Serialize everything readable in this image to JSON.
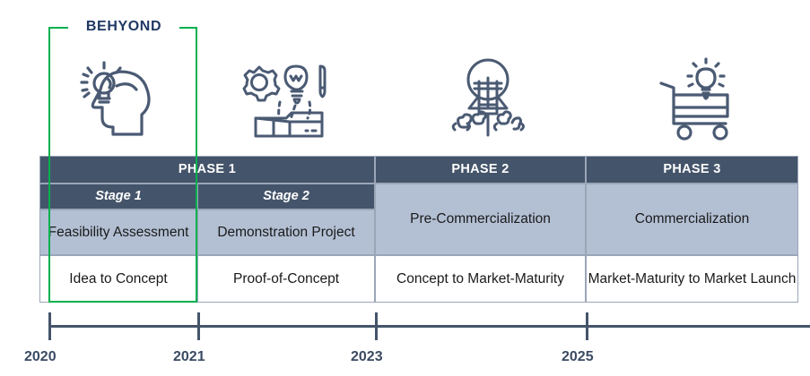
{
  "colors": {
    "header_navy": "#44546a",
    "name_row_blue": "#b3c0d4",
    "highlight_green": "#00b04f",
    "label_navy": "#203864",
    "axis_navy": "#44546a",
    "background": "#ffffff"
  },
  "highlight": {
    "label": "BEHYOND"
  },
  "icons": [
    {
      "name": "head-with-lightbulb-icon",
      "meaning": "idea / ideation"
    },
    {
      "name": "box-with-gear-bulb-pencil-icon",
      "meaning": "prototype / demonstration"
    },
    {
      "name": "lightbulb-rocket-launch-icon",
      "meaning": "pre-commercialization launch"
    },
    {
      "name": "shopping-cart-with-lightbulb-icon",
      "meaning": "commercialization / market"
    }
  ],
  "table": {
    "phases": [
      {
        "label": "PHASE 1"
      },
      {
        "label": "PHASE 2"
      },
      {
        "label": "PHASE 3"
      }
    ],
    "stages": [
      {
        "label": "Stage 1"
      },
      {
        "label": "Stage 2"
      }
    ],
    "names": [
      {
        "label": "Feasibility Assessment"
      },
      {
        "label": "Demonstration Project"
      },
      {
        "label": "Pre-Commercialization"
      },
      {
        "label": "Commercialization"
      }
    ],
    "descriptions": [
      {
        "label": "Idea to Concept"
      },
      {
        "label": "Proof-of-Concept"
      },
      {
        "label": "Concept to Market-Maturity"
      },
      {
        "label": "Market-Maturity to Market Launch"
      }
    ]
  },
  "timeline": {
    "years": [
      "2020",
      "2021",
      "2023",
      "2025"
    ]
  }
}
